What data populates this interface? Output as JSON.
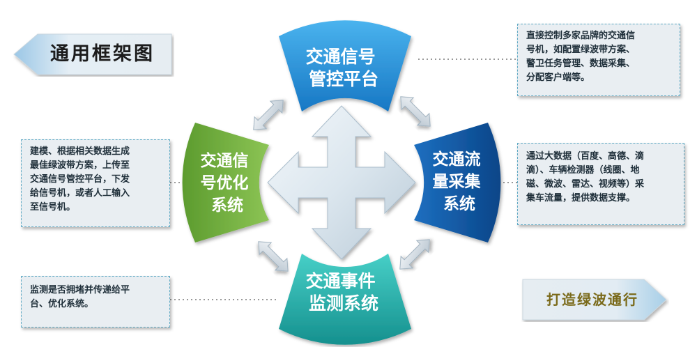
{
  "title": "通用框架图",
  "slogan": "打造绿波通行",
  "segments": {
    "top": [
      "交通信号",
      "管控平台"
    ],
    "right": [
      "交通流",
      "量采集",
      "系统"
    ],
    "bottom": [
      "交通事件",
      "监测系统"
    ],
    "left": [
      "交通信",
      "号优化",
      "系统"
    ]
  },
  "notes": {
    "top_right": [
      "直接控制多家品牌的交通信",
      "号机，如配置绿波带方案、",
      "警卫任务管理、数据采集、",
      "分配客户端等。"
    ],
    "right": [
      "通过大数据（百度、高德、滴",
      "滴）、车辆检测器（线圈、地",
      "磁、微波、雷达、视频等）采",
      "集车流量，提供数据支撑。"
    ],
    "left": [
      "建模、根据相关数据生成",
      "最佳绿波带方案，上传至",
      "交通信号管控平台，下发",
      "给信号机，或者人工输入",
      "至信号机。"
    ],
    "bottom_left": [
      "监测是否拥堵并传递给平",
      "台、优化系统。"
    ]
  },
  "colors": {
    "top": "#1e8fd6",
    "right": "#0f5aa8",
    "bottom": "#1fb5b0",
    "left": "#6fae3c",
    "note_border": "#5fa9c4",
    "note_bg": "#e9eef2"
  }
}
